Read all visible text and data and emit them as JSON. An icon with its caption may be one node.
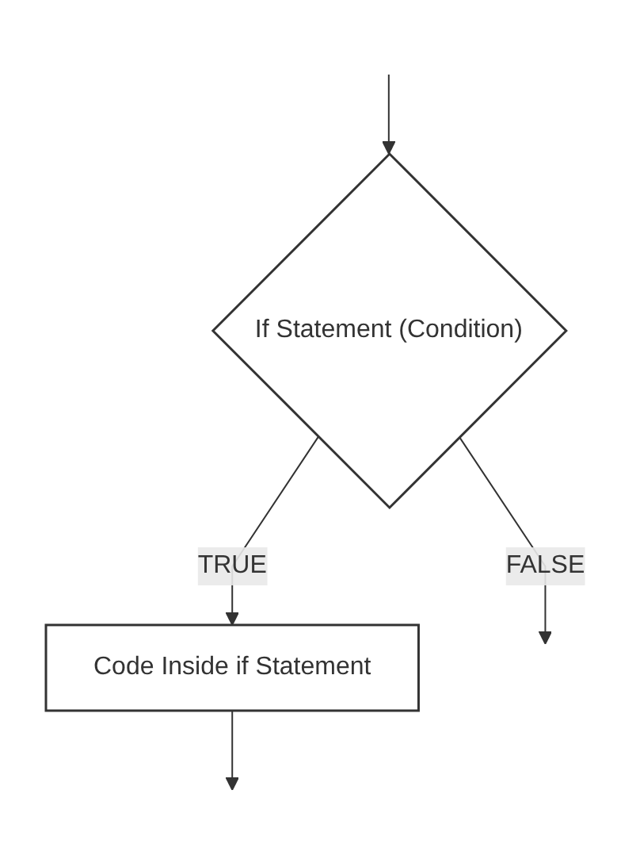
{
  "diagram": {
    "nodes": [
      {
        "text": [
          "If Statement (Condition)"
        ]
      },
      {
        "text": [
          "Code Inside if Statement"
        ]
      }
    ],
    "edges": [
      {
        "from": null,
        "to": 0,
        "arrow": "to"
      },
      {
        "from": 0,
        "to": 1,
        "label": "TRUE",
        "arrow": "to"
      },
      {
        "from": 0,
        "to": null,
        "label": "FALSE",
        "arrow": "to"
      },
      {
        "from": 1,
        "to": null,
        "arrow": "to"
      }
    ]
  }
}
